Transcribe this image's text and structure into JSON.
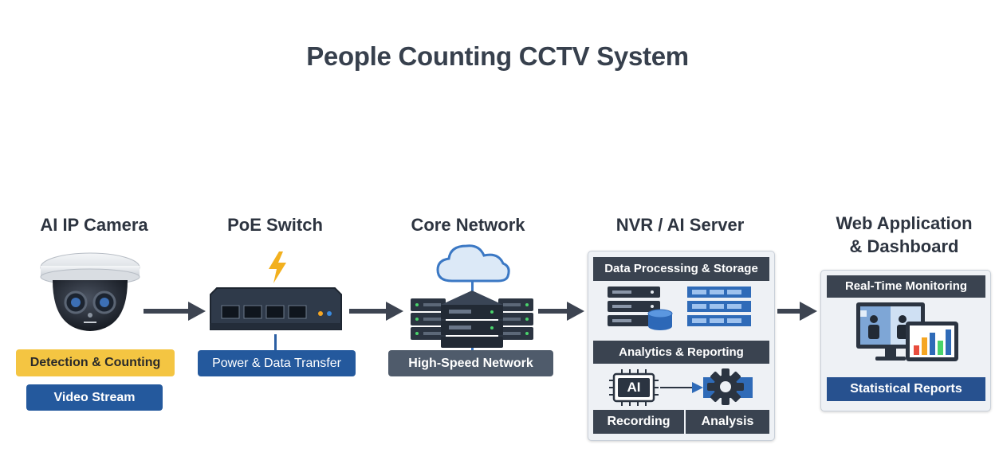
{
  "title": "People Counting CCTV System",
  "nodes": {
    "camera": {
      "title": "AI IP Camera",
      "badge_detection": "Detection & Counting",
      "badge_stream": "Video Stream"
    },
    "switch": {
      "title": "PoE Switch",
      "badge": "Power & Data Transfer"
    },
    "network": {
      "title": "Core Network",
      "badge": "High-Speed Network"
    },
    "server": {
      "title": "NVR / AI Server",
      "processing_header": "Data Processing & Storage",
      "analytics_header": "Analytics & Reporting",
      "ai_chip_label": "AI",
      "recording_label": "Recording",
      "analysis_label": "Analysis"
    },
    "web": {
      "title_line1": "Web Application",
      "title_line2": "& Dashboard",
      "monitoring_header": "Real-Time Monitoring",
      "reports_label": "Statistical Reports"
    }
  },
  "colors": {
    "accent_blue": "#24599d",
    "accent_yellow": "#f4c542",
    "dark_gray": "#3a4350",
    "arrow": "#3d4451"
  }
}
